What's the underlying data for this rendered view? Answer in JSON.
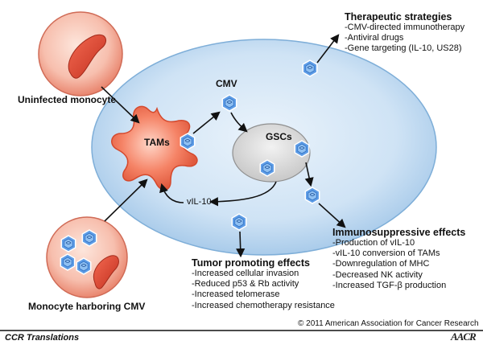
{
  "labels": {
    "uninfected_monocyte": "Uninfected monocyte",
    "monocyte_cmv": "Monocyte harboring CMV",
    "cmv": "CMV",
    "gscs": "GSCs",
    "tams": "TAMs",
    "vil10": "vIL-10"
  },
  "therapeutic": {
    "title": "Therapeutic strategies",
    "items": [
      "-CMV-directed immunotherapy",
      "-Antiviral drugs",
      "-Gene targeting (IL-10, US28)"
    ]
  },
  "immunosuppressive": {
    "title": "Immunosuppressive effects",
    "items": [
      "-Production of vIL-10",
      "-vIL-10 conversion of TAMs",
      "-Downregulation of MHC",
      "-Decreased NK activity",
      "-Increased TGF-β production"
    ]
  },
  "tumor": {
    "title": "Tumor promoting effects",
    "items": [
      "-Increased cellular invasion",
      "-Reduced p53 & Rb activity",
      "-Increased telomerase",
      "-Increased chemotherapy resistance"
    ]
  },
  "copyright": "© 2011 American Association for Cancer Research",
  "footer": "CCR Translations",
  "logo_text": "AACR",
  "icons": [
    "virus-icon",
    "monocyte-cell-icon",
    "tam-cell-icon",
    "gsc-cell-icon"
  ],
  "colors": {
    "tumor_fill": "#cfe3f5",
    "cell_fill": "#f5b0a0",
    "tam_fill": "#f07055",
    "gsc_fill": "#d8d8d8",
    "virus_fill": "#4a8fe0",
    "nucleus_fill": "#e84a3c"
  }
}
